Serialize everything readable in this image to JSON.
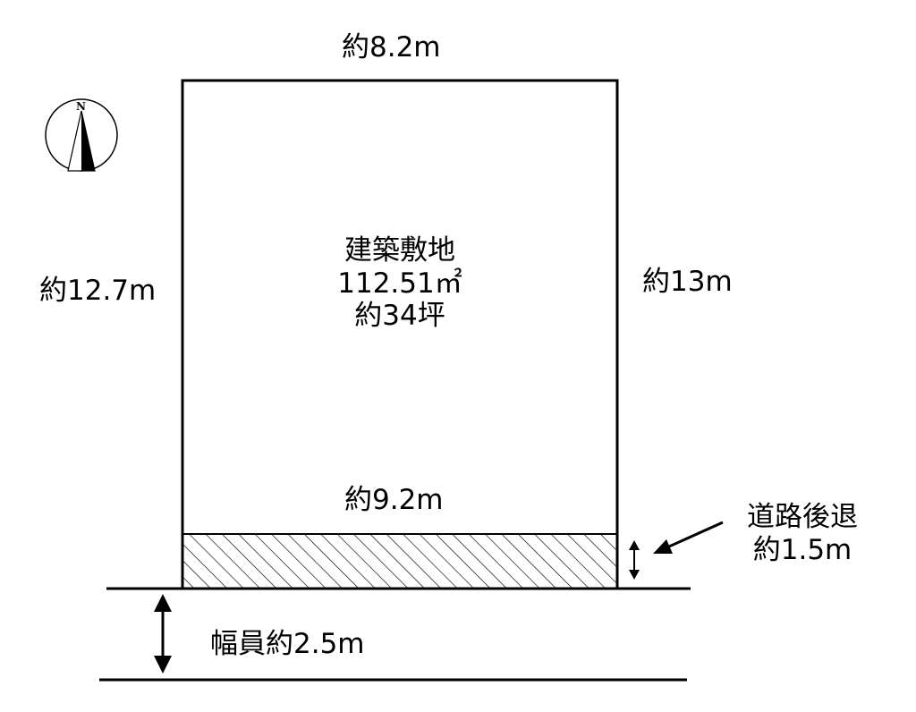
{
  "compass": {
    "north_label": "N"
  },
  "lot": {
    "name": "建築敷地",
    "area": "112.51㎡",
    "tsubo": "約34坪"
  },
  "dimensions": {
    "top": "約8.2m",
    "left": "約12.7m",
    "right": "約13m",
    "frontage": "約9.2m"
  },
  "setback": {
    "title": "道路後退",
    "distance": "約1.5m"
  },
  "road": {
    "width_label": "幅員約2.5m"
  },
  "colors": {
    "line": "#000000",
    "background": "#ffffff",
    "hatch": "#000000"
  }
}
